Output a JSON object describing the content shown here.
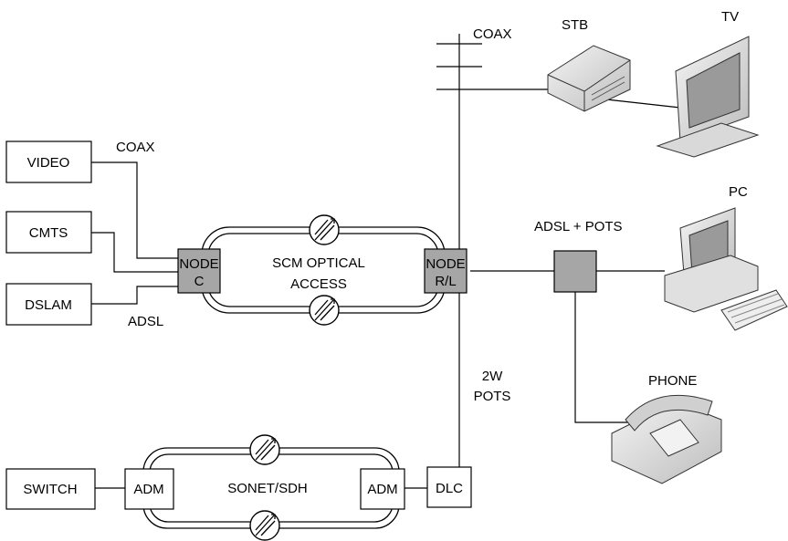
{
  "boxes": {
    "video": "VIDEO",
    "cmts": "CMTS",
    "dslam": "DSLAM",
    "switch": "SWITCH",
    "adm_left": "ADM",
    "adm_right": "ADM",
    "dlc": "DLC"
  },
  "nodes": {
    "node_c_line1": "NODE",
    "node_c_line2": "C",
    "node_rl_line1": "NODE",
    "node_rl_line2": "R/L"
  },
  "rings": {
    "scm_line1": "SCM OPTICAL",
    "scm_line2": "ACCESS",
    "sonet": "SONET/SDH"
  },
  "labels": {
    "coax_left": "COAX",
    "adsl": "ADSL",
    "coax_top": "COAX",
    "adsl_pots": "ADSL + POTS",
    "pots_line1": "2W",
    "pots_line2": "POTS"
  },
  "devices": {
    "stb": "STB",
    "tv": "TV",
    "pc": "PC",
    "phone": "PHONE"
  }
}
